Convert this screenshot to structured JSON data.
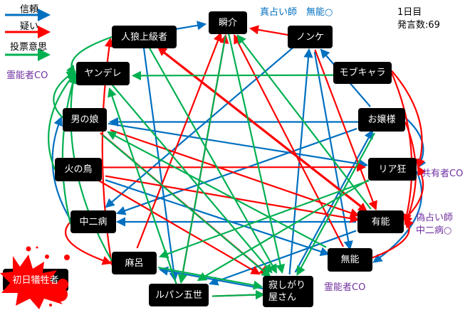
{
  "legend": [
    {
      "label": "信頼",
      "color": "#0070c0"
    },
    {
      "label": "疑い",
      "color": "#ff0000"
    },
    {
      "label": "投票意思",
      "color": "#00b050"
    }
  ],
  "info": {
    "day": "1日目",
    "count": "発言数:69"
  },
  "notes": {
    "shunsuke": "真占い師　無能○",
    "yandere": "霊能者CO",
    "riajuu": "共有者CO",
    "yuunou_1": "偽占い師",
    "yuunou_2": "中二病○",
    "munou": "霊能者CO"
  },
  "victim": "初日犠牲者",
  "nodes": {
    "shunsuke": "瞬介",
    "jinrou": "人狼上級者",
    "nonke": "ノンケ",
    "yandere": "ヤンデレ",
    "mob": "モブキャラ",
    "otokonoko": "男の娘",
    "ojousama": "お嬢様",
    "hinotori": "火の鳥",
    "riajuu": "リア狂",
    "chuuni": "中二病",
    "yuunou": "有能",
    "maro": "麻呂",
    "munou": "無能",
    "lupin": "ルパン五世",
    "sabishi": "寂しがり\n屋さん"
  },
  "edges": [
    {
      "from": "jinrou",
      "to": "shunsuke",
      "type": "trust"
    },
    {
      "from": "ojousama",
      "to": "nonke",
      "type": "trust"
    },
    {
      "from": "riajuu",
      "to": "munou",
      "type": "trust"
    },
    {
      "from": "ojousama",
      "to": "riajuu",
      "type": "trust"
    },
    {
      "from": "ojousama",
      "to": "chuuni",
      "type": "trust"
    },
    {
      "from": "ojousama",
      "to": "otokonoko",
      "type": "trust"
    },
    {
      "from": "nonke",
      "to": "chuuni",
      "type": "trust"
    },
    {
      "from": "sabishi",
      "to": "nonke",
      "type": "trust"
    },
    {
      "from": "nonke",
      "to": "munou",
      "type": "trust"
    },
    {
      "from": "chuuni",
      "to": "otokonoko",
      "type": "trust"
    },
    {
      "from": "yuunou",
      "to": "chuuni",
      "type": "trust"
    },
    {
      "from": "sabishi",
      "to": "maro",
      "type": "trust"
    },
    {
      "from": "sabishi",
      "to": "ojousama",
      "type": "trust"
    },
    {
      "from": "yuunou",
      "to": "lupin",
      "type": "trust"
    },
    {
      "from": "hinotori",
      "to": "munou",
      "type": "trust"
    },
    {
      "from": "jinrou",
      "to": "lupin",
      "type": "trust"
    },
    {
      "from": "otokonoko",
      "to": "riajuu",
      "type": "trust"
    },
    {
      "from": "nonke",
      "to": "shunsuke",
      "type": "doubt"
    },
    {
      "from": "mob",
      "to": "riajuu",
      "type": "doubt"
    },
    {
      "from": "mob",
      "to": "yuunou",
      "type": "doubt"
    },
    {
      "from": "ojousama",
      "to": "yuunou",
      "type": "doubt"
    },
    {
      "from": "hinotori",
      "to": "riajuu",
      "type": "doubt"
    },
    {
      "from": "otokonoko",
      "to": "sabishi",
      "type": "doubt"
    },
    {
      "from": "jinrou",
      "to": "yuunou",
      "type": "doubt"
    },
    {
      "from": "yuunou",
      "to": "jinrou",
      "type": "doubt"
    },
    {
      "from": "chuuni",
      "to": "maro",
      "type": "doubt"
    },
    {
      "from": "maro",
      "to": "jinrou",
      "type": "doubt"
    },
    {
      "from": "maro",
      "to": "shunsuke",
      "type": "doubt"
    },
    {
      "from": "lupin",
      "to": "shunsuke",
      "type": "doubt"
    },
    {
      "from": "lupin",
      "to": "sabishi",
      "type": "doubt"
    },
    {
      "from": "munou",
      "to": "yuunou",
      "type": "doubt"
    },
    {
      "from": "nonke",
      "to": "yuunou",
      "type": "doubt"
    },
    {
      "from": "hinotori",
      "to": "yuunou",
      "type": "doubt"
    },
    {
      "from": "yuunou",
      "to": "riajuu",
      "type": "doubt"
    },
    {
      "from": "munou",
      "to": "shunsuke",
      "type": "doubt"
    },
    {
      "from": "otokonoko",
      "to": "yuunou",
      "type": "doubt"
    },
    {
      "from": "hinotori",
      "to": "sabishi",
      "type": "doubt"
    },
    {
      "from": "jinrou",
      "to": "yandere",
      "type": "vote"
    },
    {
      "from": "mob",
      "to": "yandere",
      "type": "vote"
    },
    {
      "from": "otokonoko",
      "to": "yandere",
      "type": "vote"
    },
    {
      "from": "hinotori",
      "to": "yandere",
      "type": "vote"
    },
    {
      "from": "chuuni",
      "to": "yandere",
      "type": "vote"
    },
    {
      "from": "yandere",
      "to": "sabishi",
      "type": "vote"
    },
    {
      "from": "maro",
      "to": "sabishi",
      "type": "vote"
    },
    {
      "from": "lupin",
      "to": "sabishi",
      "type": "vote"
    },
    {
      "from": "jinrou",
      "to": "sabishi",
      "type": "vote"
    },
    {
      "from": "yuunou",
      "to": "shunsuke",
      "type": "vote"
    },
    {
      "from": "riajuu",
      "to": "maro",
      "type": "vote"
    },
    {
      "from": "riajuu",
      "to": "lupin",
      "type": "vote"
    },
    {
      "from": "munou",
      "to": "otokonoko",
      "type": "vote"
    },
    {
      "from": "lupin",
      "to": "yandere",
      "type": "vote"
    },
    {
      "from": "maro",
      "to": "yandere",
      "type": "vote"
    },
    {
      "from": "shunsuke",
      "to": "lupin",
      "type": "vote"
    },
    {
      "from": "otokonoko",
      "to": "sabishi",
      "type": "vote"
    },
    {
      "from": "shunsuke",
      "to": "sabishi",
      "type": "vote"
    },
    {
      "from": "ojousama",
      "to": "sabishi",
      "type": "vote"
    }
  ],
  "colors": {
    "trust": "#0070c0",
    "doubt": "#ff0000",
    "vote": "#00b050",
    "purple": "#7030a0"
  }
}
